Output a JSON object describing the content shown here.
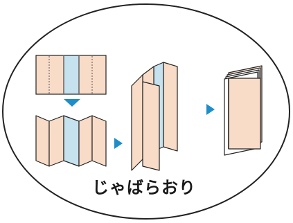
{
  "caption": "じゃばらおり",
  "colors": {
    "paper_peach": "#f8dcc8",
    "paper_blue": "#c6e2ef",
    "arrow_blue": "#1e8ec8",
    "outline": "#222222",
    "background": "#ffffff"
  },
  "icons": {
    "step_arrow_down": "triangle-down",
    "step_arrow_right": "triangle-right"
  }
}
